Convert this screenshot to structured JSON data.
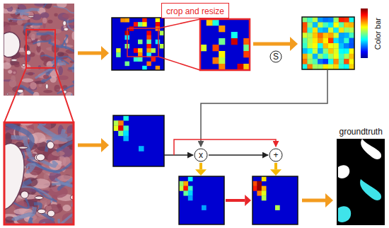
{
  "diagram": {
    "nodes": [
      {
        "text": [
          "crop and resize"
        ]
      },
      {
        "text": [
          "S"
        ]
      },
      {
        "text": [
          "x"
        ]
      },
      {
        "text": [
          "+"
        ]
      }
    ],
    "edges": [
      {
        "from": 2,
        "to": 3,
        "arrow": "to"
      }
    ],
    "labels": [
      "Color bar",
      "groundtruth"
    ]
  }
}
